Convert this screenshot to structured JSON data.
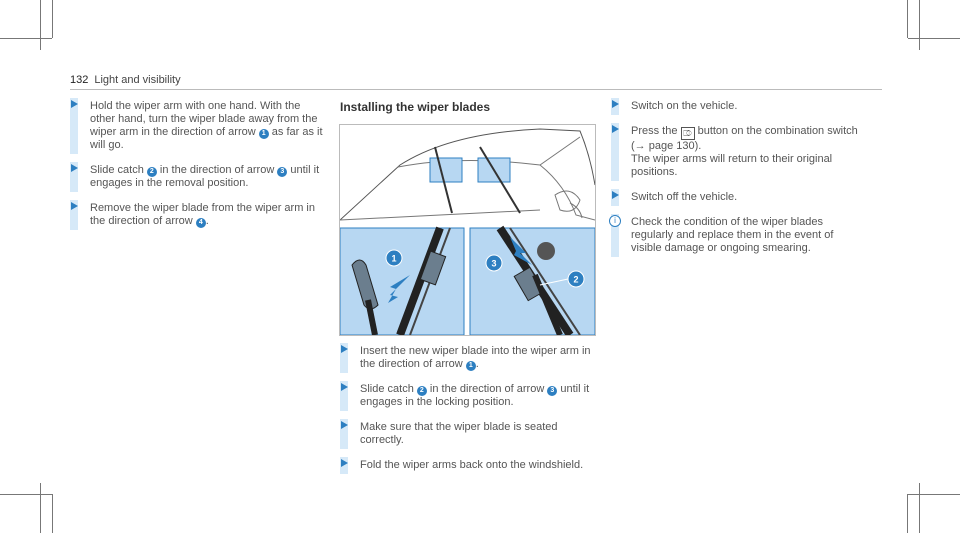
{
  "header": {
    "page_number": "132",
    "section": "Light and visibility"
  },
  "col1": {
    "steps": [
      {
        "pre": "Hold the wiper arm with one hand. With the other hand, turn the wiper blade away from the wiper arm in the direction of arrow ",
        "n1": "1",
        "post": " as far as it will go."
      },
      {
        "pre": "Slide catch ",
        "n1": "2",
        "mid": " in the direction of arrow ",
        "n2": "3",
        "post": " until it engages in the removal position."
      },
      {
        "pre": "Remove the wiper blade from the wiper arm in the direction of arrow ",
        "n1": "4",
        "post": "."
      }
    ]
  },
  "col2": {
    "title": "Installing the wiper blades",
    "figure_labels": [
      "1",
      "3",
      "2"
    ],
    "steps": [
      {
        "pre": "Insert the new wiper blade into the wiper arm in the direction of arrow ",
        "n1": "1",
        "post": "."
      },
      {
        "pre": "Slide catch ",
        "n1": "2",
        "mid": " in the direction of arrow ",
        "n2": "3",
        "post": " until it engages in the locking position."
      },
      {
        "pre": "Make sure that the wiper blade is seated correctly."
      },
      {
        "pre": "Fold the wiper arms back onto the windshield."
      }
    ]
  },
  "col3": {
    "steps": [
      {
        "pre": "Switch on the vehicle."
      },
      {
        "pre": "Press the ",
        "icon": "wiper-button-icon",
        "mid": " button on the combination switch (",
        "link_arrow": "→",
        "link": " page 130).",
        "post": " The wiper arms will return to their original positions."
      },
      {
        "pre": "Switch off the vehicle."
      }
    ],
    "note": {
      "info": "i",
      "text": "Check the condition of the wiper blades regularly and replace them in the event of visible damage or ongoing smearing."
    }
  },
  "colors": {
    "accent": "#2d7fc1",
    "step_bar": "#d6e9f8",
    "figure_panel": "#b7d7f2"
  }
}
